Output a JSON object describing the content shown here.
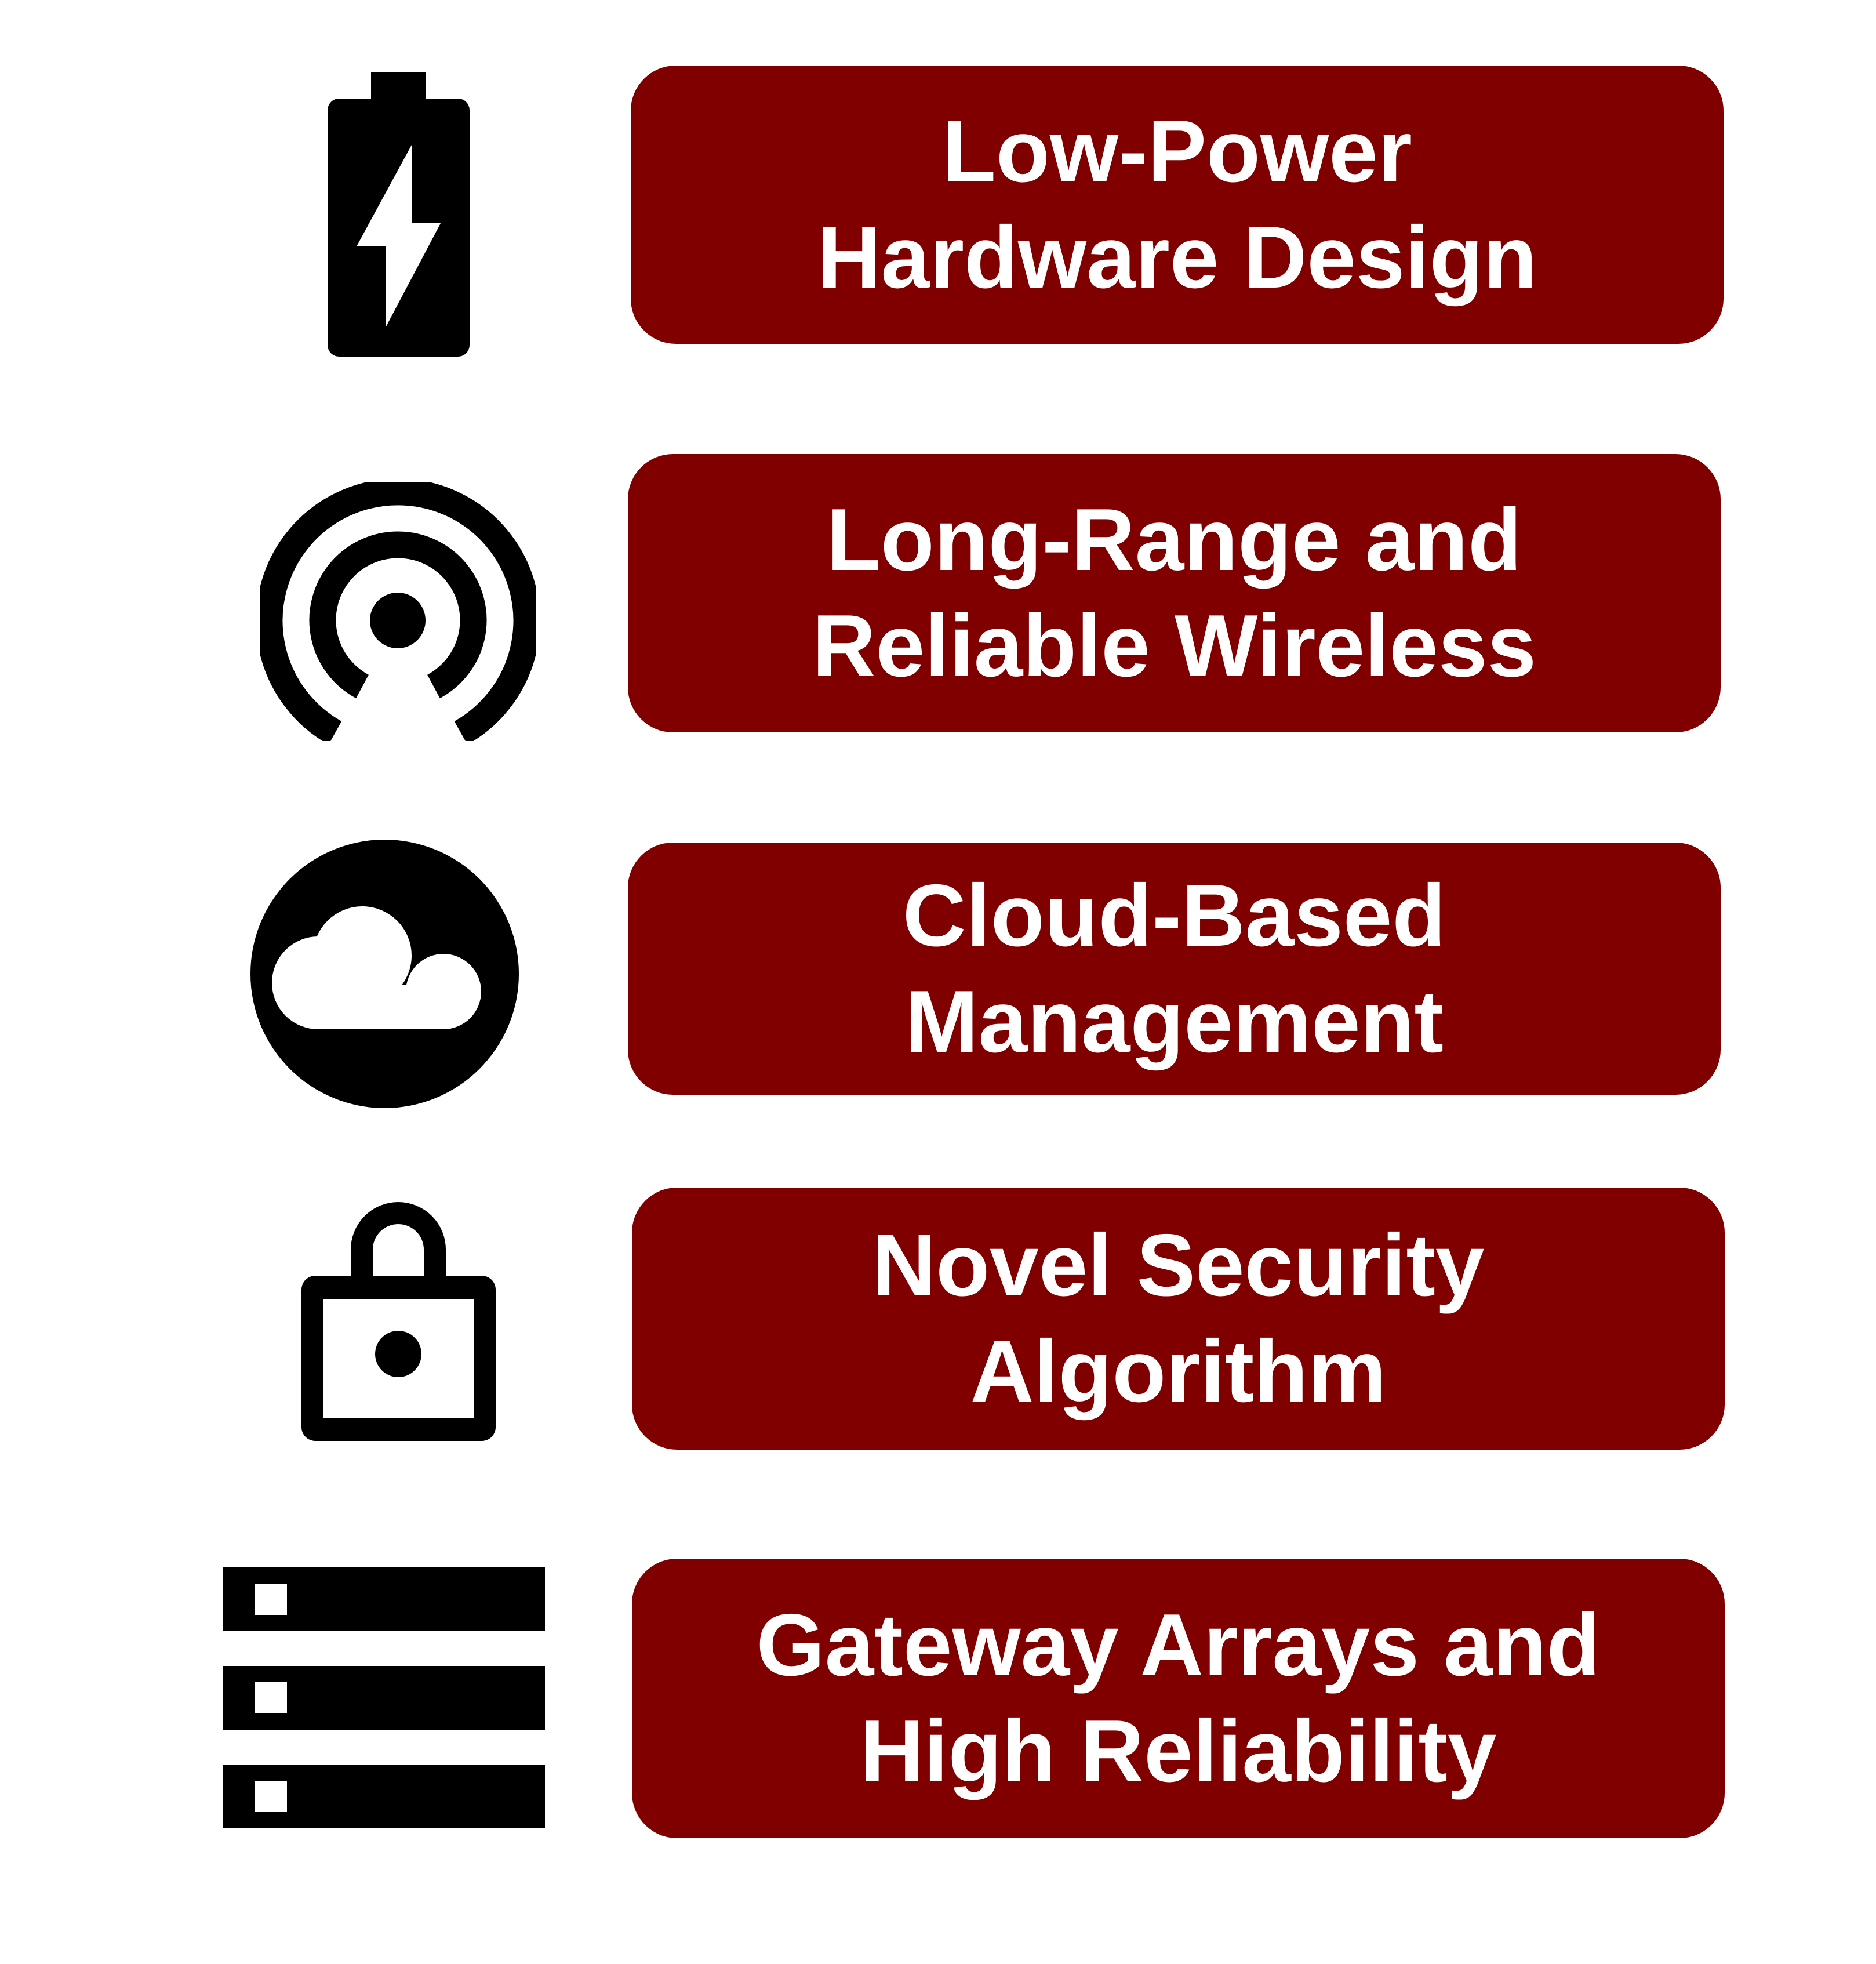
{
  "colors": {
    "box_fill": "#800000",
    "icon_fill": "#000000",
    "background": "#ffffff"
  },
  "items": [
    {
      "icon": "battery-bolt-icon",
      "line1": "Low-Power",
      "line2": "Hardware Design"
    },
    {
      "icon": "wireless-signal-icon",
      "line1": "Long-Range and",
      "line2": "Reliable Wireless"
    },
    {
      "icon": "cloud-icon",
      "line1": "Cloud-Based",
      "line2": "Management"
    },
    {
      "icon": "padlock-icon",
      "line1": "Novel Security",
      "line2": "Algorithm"
    },
    {
      "icon": "server-rack-icon",
      "line1": "Gateway Arrays and",
      "line2": "High Reliability"
    }
  ]
}
